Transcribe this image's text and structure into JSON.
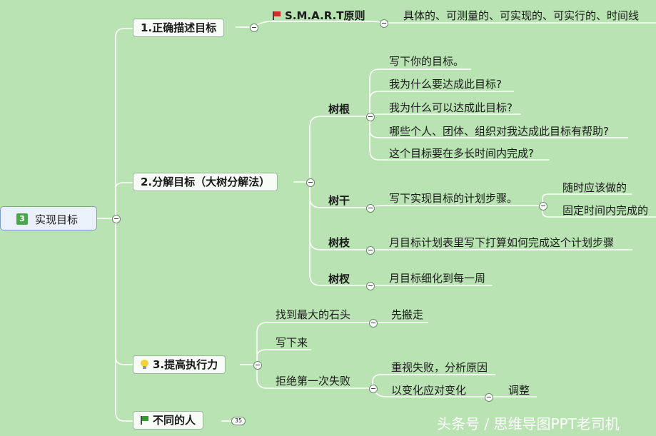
{
  "root": {
    "number": "3",
    "label": "实现目标"
  },
  "branches": {
    "b1": {
      "label": "1.正确描述目标",
      "smart": "S.M.A.R.T原则",
      "smart_desc": "具体的、可测量的、可实现的、可实行的、时间线"
    },
    "b2": {
      "label": "2.分解目标（大树分解法）",
      "roots_label": "树根",
      "roots": [
        "写下你的目标。",
        "我为什么要达成此目标?",
        "我为什么可以达成此目标?",
        "哪些个人、团体、组织对我达成此目标有帮助?",
        "这个目标要在多长时间内完成?"
      ],
      "trunk_label": "树干",
      "trunk_item": "写下实现目标的计划步骤。",
      "trunk_subs": [
        "随时应该做的",
        "固定时间内完成的"
      ],
      "branch_label": "树枝",
      "branch_item": "月目标计划表里写下打算如何完成这个计划步骤",
      "twig_label": "树杈",
      "twig_item": "月目标细化到每一周"
    },
    "b3": {
      "label": "3.提高执行力",
      "stone": "找到最大的石头",
      "stone_sub": "先搬走",
      "write": "写下来",
      "reject": "拒绝第一次失败",
      "reject_subs": [
        "重视失败，分析原因",
        "以变化应对变化"
      ],
      "adjust": "调整"
    },
    "b4": {
      "label": "不同的人",
      "count": "35"
    }
  },
  "watermark": "头条号 / 思维导图PPT老司机",
  "colors": {
    "background": "#b9e3b3",
    "line": "#ffffff"
  }
}
